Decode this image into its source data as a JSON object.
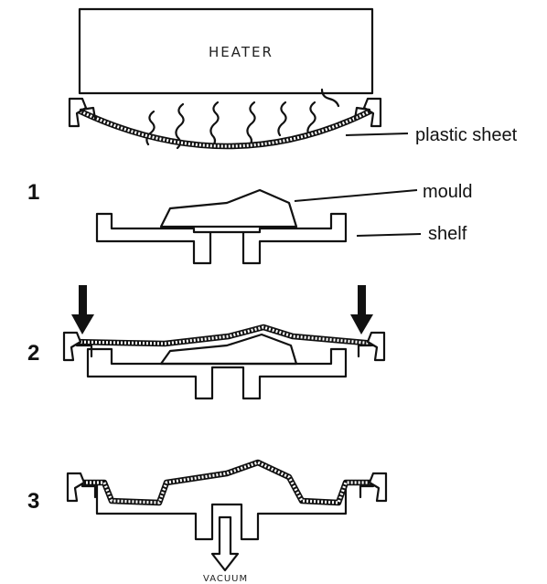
{
  "labels": {
    "heater": "HEATER",
    "plastic_sheet": "plastic sheet",
    "mould": "mould",
    "shelf": "shelf",
    "vacuum": "VACUUM"
  },
  "steps": [
    "1",
    "2",
    "3"
  ]
}
